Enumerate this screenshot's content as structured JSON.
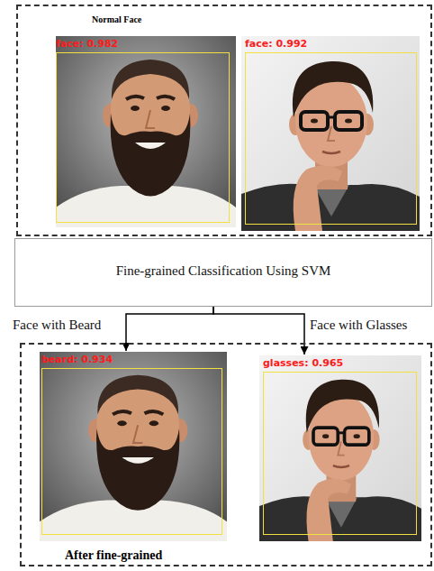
{
  "diagram": {
    "nodes": [
      {
        "text": [
          "Normal Face"
        ]
      },
      {
        "text": [
          "face: 0.982"
        ],
        "in": 0
      },
      {
        "text": [
          "face: 0.992"
        ],
        "in": 0
      },
      {
        "text": [
          "Fine-grained Classification Using SVM"
        ]
      },
      {
        "text": [
          "After fine-grained"
        ]
      },
      {
        "text": [
          "beard: 0.934"
        ],
        "in": 4
      },
      {
        "text": [
          "glasses: 0.965"
        ],
        "in": 4
      }
    ],
    "edges": [
      {
        "from": 3,
        "to": 5,
        "arrow": "to",
        "label": "Face with Beard"
      },
      {
        "from": 3,
        "to": 6,
        "arrow": "to",
        "label": "Face with Glasses"
      }
    ]
  }
}
